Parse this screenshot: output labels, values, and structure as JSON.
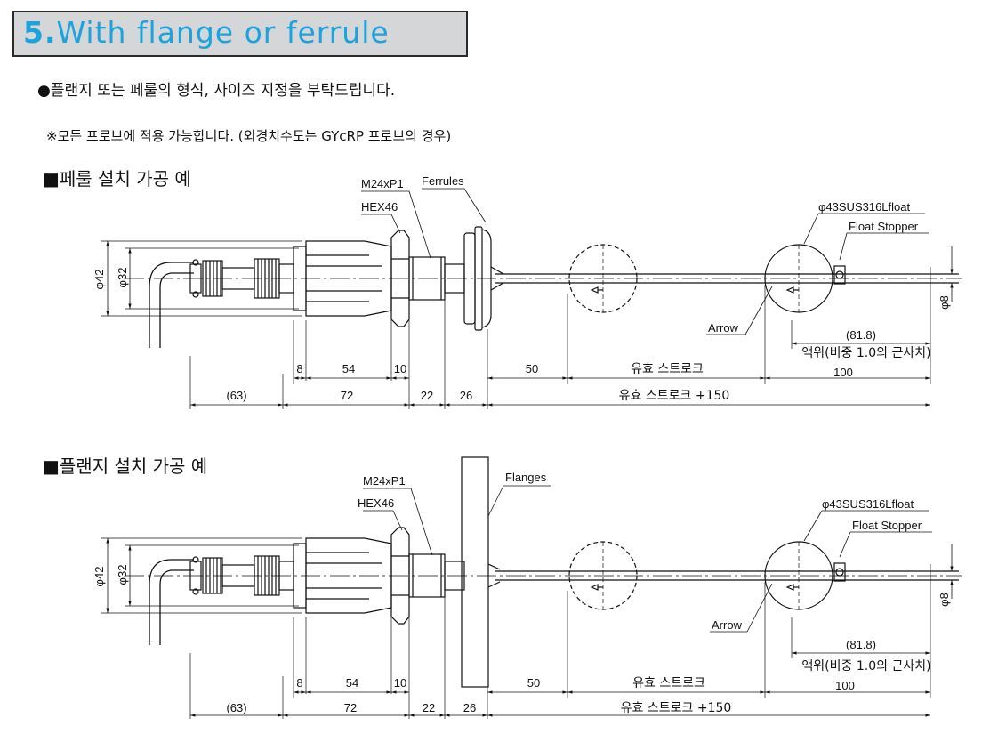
{
  "header": {
    "number": "5.",
    "title": "With flange or ferrule"
  },
  "notes": {
    "main": "●플랜지 또는 페룰의 형식, 사이즈 지정을 부탁드립니다.",
    "sub": "※모든 프로브에 적용 가능합니다. (외경치수도는 GYcRP 프로브의 경우)"
  },
  "ferrule_section": {
    "title": "■페룰 설치 가공 예",
    "labels": {
      "thread": "M24xP1",
      "hex": "HEX46",
      "part": "Ferrules",
      "float": "φ43SUS316Lfloat",
      "stopper": "Float Stopper",
      "arrow": "Arrow"
    },
    "dims": {
      "d42": "φ42",
      "d32": "φ32",
      "d8": "φ8",
      "a8": "8",
      "a54": "54",
      "a10": "10",
      "b63": "(63)",
      "b72": "72",
      "b22": "22",
      "b26": "26",
      "c50": "50",
      "stroke": "유효 스트로크",
      "stroke150": "유효 스트로크 +150",
      "liquid81": "(81.8)",
      "liquid_note": "액위(비중 1.0의 근사치)",
      "c100": "100"
    }
  },
  "flange_section": {
    "title": "■플랜지 설치 가공 예",
    "labels": {
      "thread": "M24xP1",
      "hex": "HEX46",
      "part": "Flanges",
      "float": "φ43SUS316Lfloat",
      "stopper": "Float Stopper",
      "arrow": "Arrow"
    },
    "dims": {
      "d42": "φ42",
      "d32": "φ32",
      "d8": "φ8",
      "a8": "8",
      "a54": "54",
      "a10": "10",
      "b63": "(63)",
      "b72": "72",
      "b22": "22",
      "b26": "26",
      "c50": "50",
      "stroke": "유효 스트로크",
      "stroke150": "유효 스트로크 +150",
      "liquid81": "(81.8)",
      "liquid_note": "액위(비중 1.0의 근사치)",
      "c100": "100"
    }
  }
}
